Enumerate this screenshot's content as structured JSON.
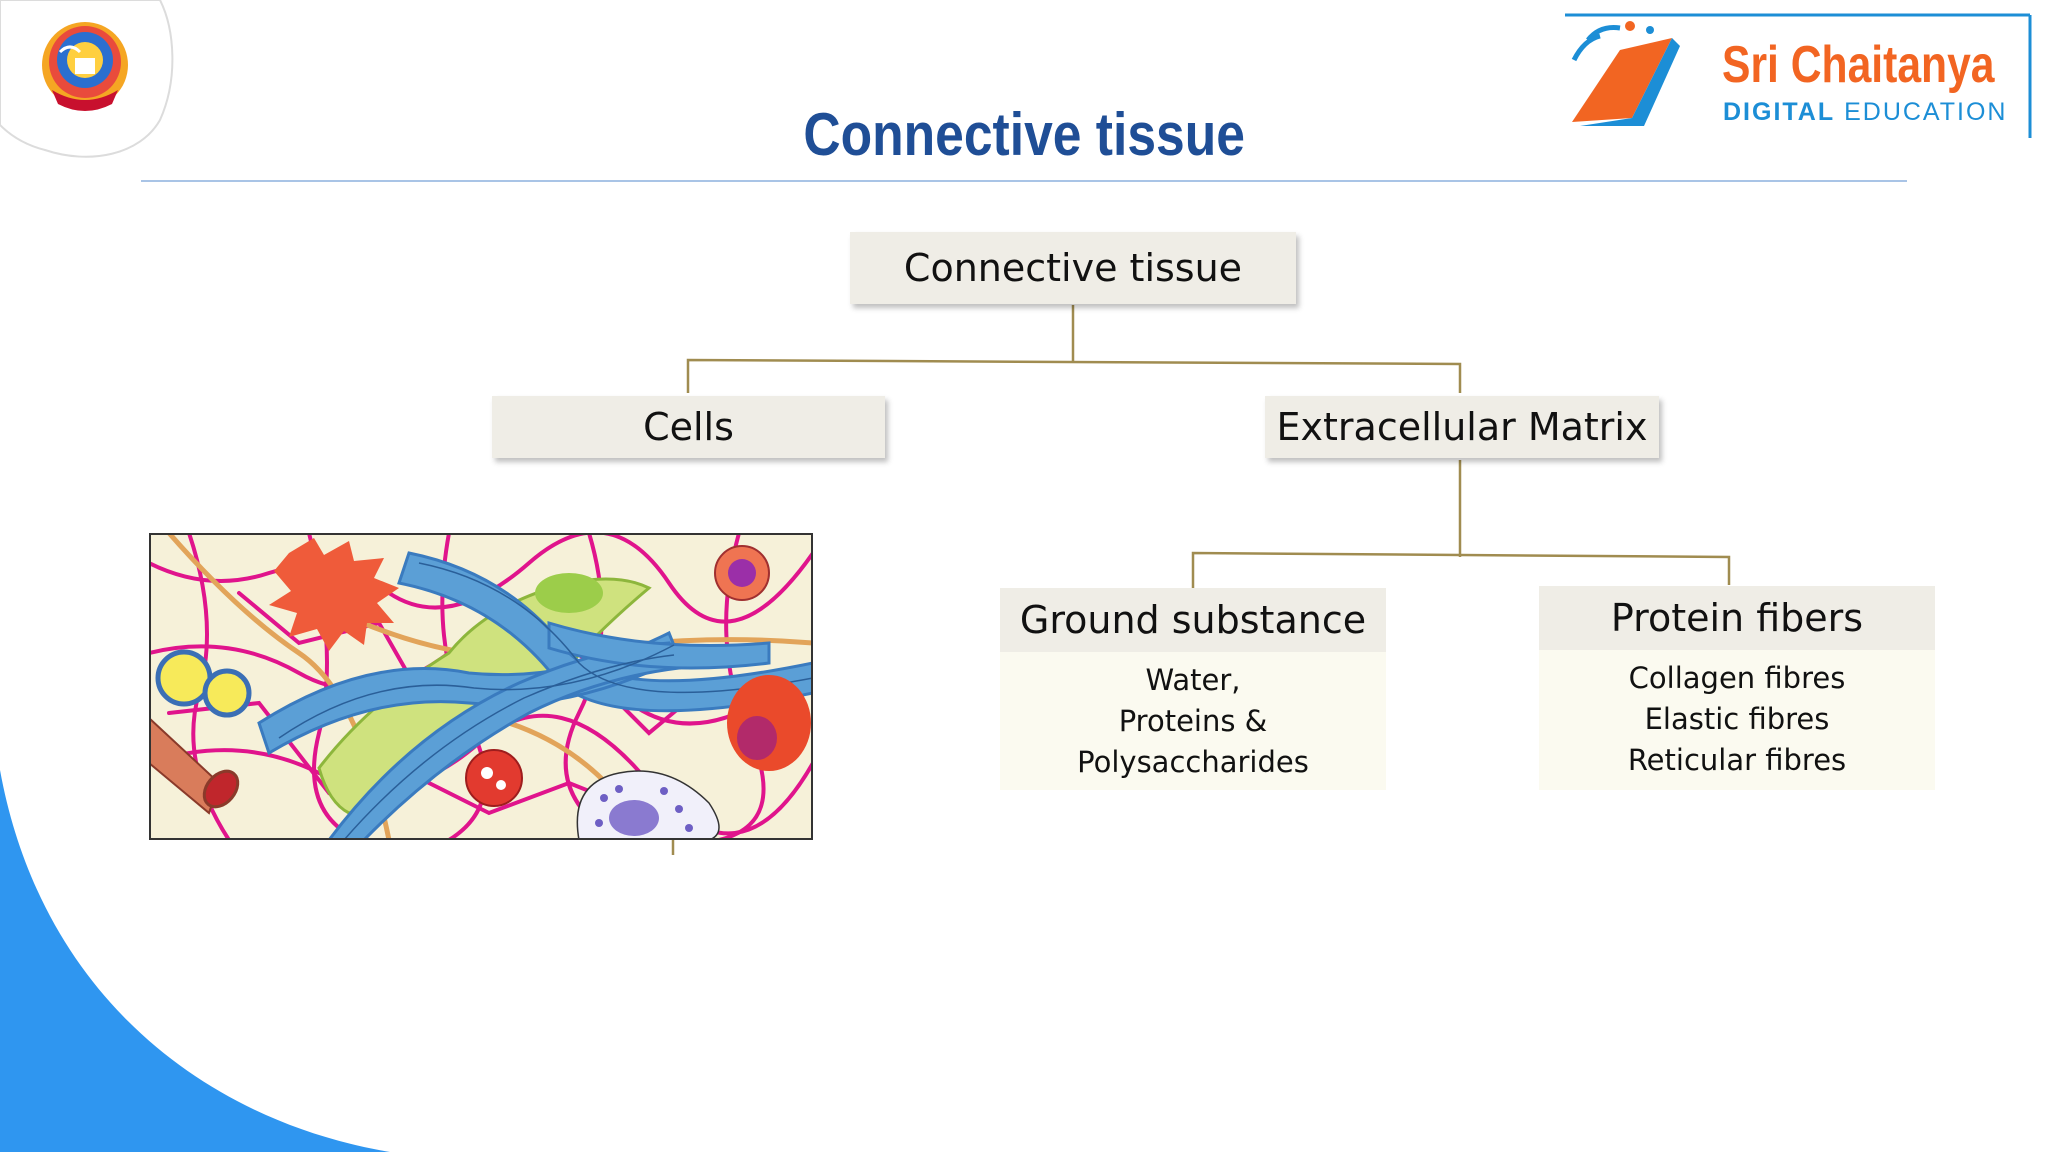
{
  "title": "Connective tissue",
  "brand": {
    "name": "Sri Chaitanya",
    "sub_bold": "DIGITAL",
    "sub_regular": "EDUCATION"
  },
  "tree": {
    "root": "Connective tissue",
    "cells": "Cells",
    "matrix": "Extracellular Matrix",
    "ground_substance": {
      "heading": "Ground substance",
      "items": [
        "Water,",
        "Proteins &",
        "Polysaccharides"
      ]
    },
    "protein_fibers": {
      "heading": "Protein fibers",
      "items": [
        "Collagen fibres",
        "Elastic fibres",
        "Reticular fibres"
      ]
    }
  },
  "colors": {
    "title": "#1f4e96",
    "accent_blue": "#2f96f0",
    "brand_orange": "#f26522",
    "box_fill": "#efede6",
    "connector": "#a08c50"
  }
}
